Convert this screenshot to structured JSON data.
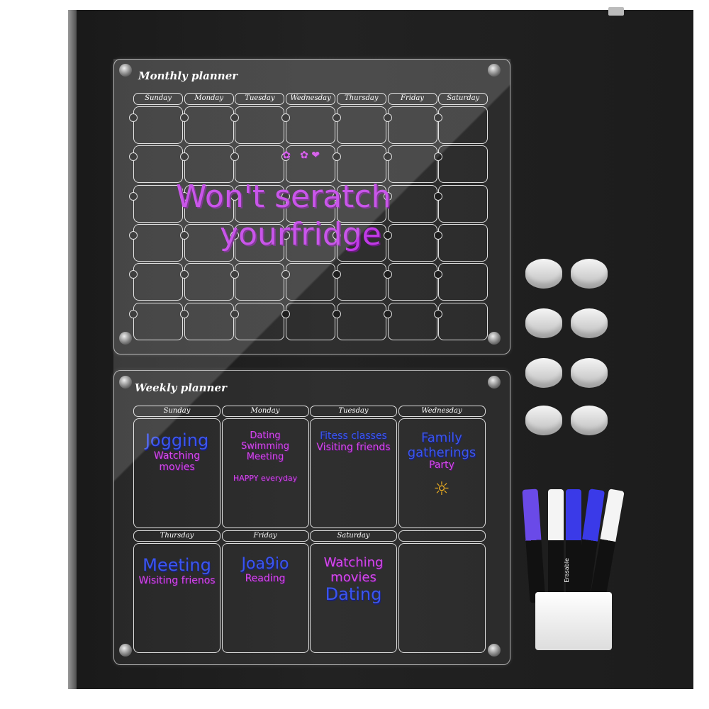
{
  "monthly": {
    "title": "Monthly planner",
    "days": [
      "Sunday",
      "Monday",
      "Tuesday",
      "Wednesday",
      "Thursday",
      "Friday",
      "Saturday"
    ],
    "line1": "Won't seratch",
    "line2": "yourfridge"
  },
  "weekly": {
    "title": "Weekly planner",
    "days": [
      "Sunday",
      "Monday",
      "Tuesday",
      "Wednesday",
      "Thursday",
      "Friday",
      "Saturday",
      ""
    ],
    "cells": [
      [
        {
          "t": "Jogging",
          "c": "blue",
          "s": 24
        },
        {
          "t": "Watching",
          "c": "pink",
          "s": 14
        },
        {
          "t": "movies",
          "c": "pink",
          "s": 14
        }
      ],
      [
        {
          "t": "Dating",
          "c": "pink",
          "s": 13
        },
        {
          "t": "Swimming",
          "c": "pink",
          "s": 13
        },
        {
          "t": "Meeting",
          "c": "pink",
          "s": 13
        },
        {
          "t": "HAPPY everyday",
          "c": "pink",
          "s": 11
        }
      ],
      [
        {
          "t": "Fitess classes",
          "c": "blue",
          "s": 14
        },
        {
          "t": "Visiting friends",
          "c": "pink",
          "s": 14
        }
      ],
      [
        {
          "t": "Family",
          "c": "blue",
          "s": 18
        },
        {
          "t": "gatherings",
          "c": "blue",
          "s": 18
        },
        {
          "t": "Party",
          "c": "pink",
          "s": 14
        },
        {
          "t": "☼",
          "c": "sun",
          "s": 26
        }
      ],
      [
        {
          "t": "Meeting",
          "c": "blue",
          "s": 24
        },
        {
          "t": "Wisiting frienos",
          "c": "pink",
          "s": 14
        }
      ],
      [
        {
          "t": "Joa9io",
          "c": "blue",
          "s": 22
        },
        {
          "t": "Reading",
          "c": "pink",
          "s": 14
        }
      ],
      [
        {
          "t": "Watching",
          "c": "pink",
          "s": 18
        },
        {
          "t": "movies",
          "c": "pink",
          "s": 18
        },
        {
          "t": "Dating",
          "c": "blue",
          "s": 24
        }
      ],
      []
    ]
  },
  "pen_label": "Erasable",
  "colors": {
    "pink": "#d24be8",
    "blue": "#3a55f0",
    "pen_purple": "#6a4ae8",
    "pen_blue": "#3a3ae8",
    "pen_white": "#f4f4f4"
  }
}
